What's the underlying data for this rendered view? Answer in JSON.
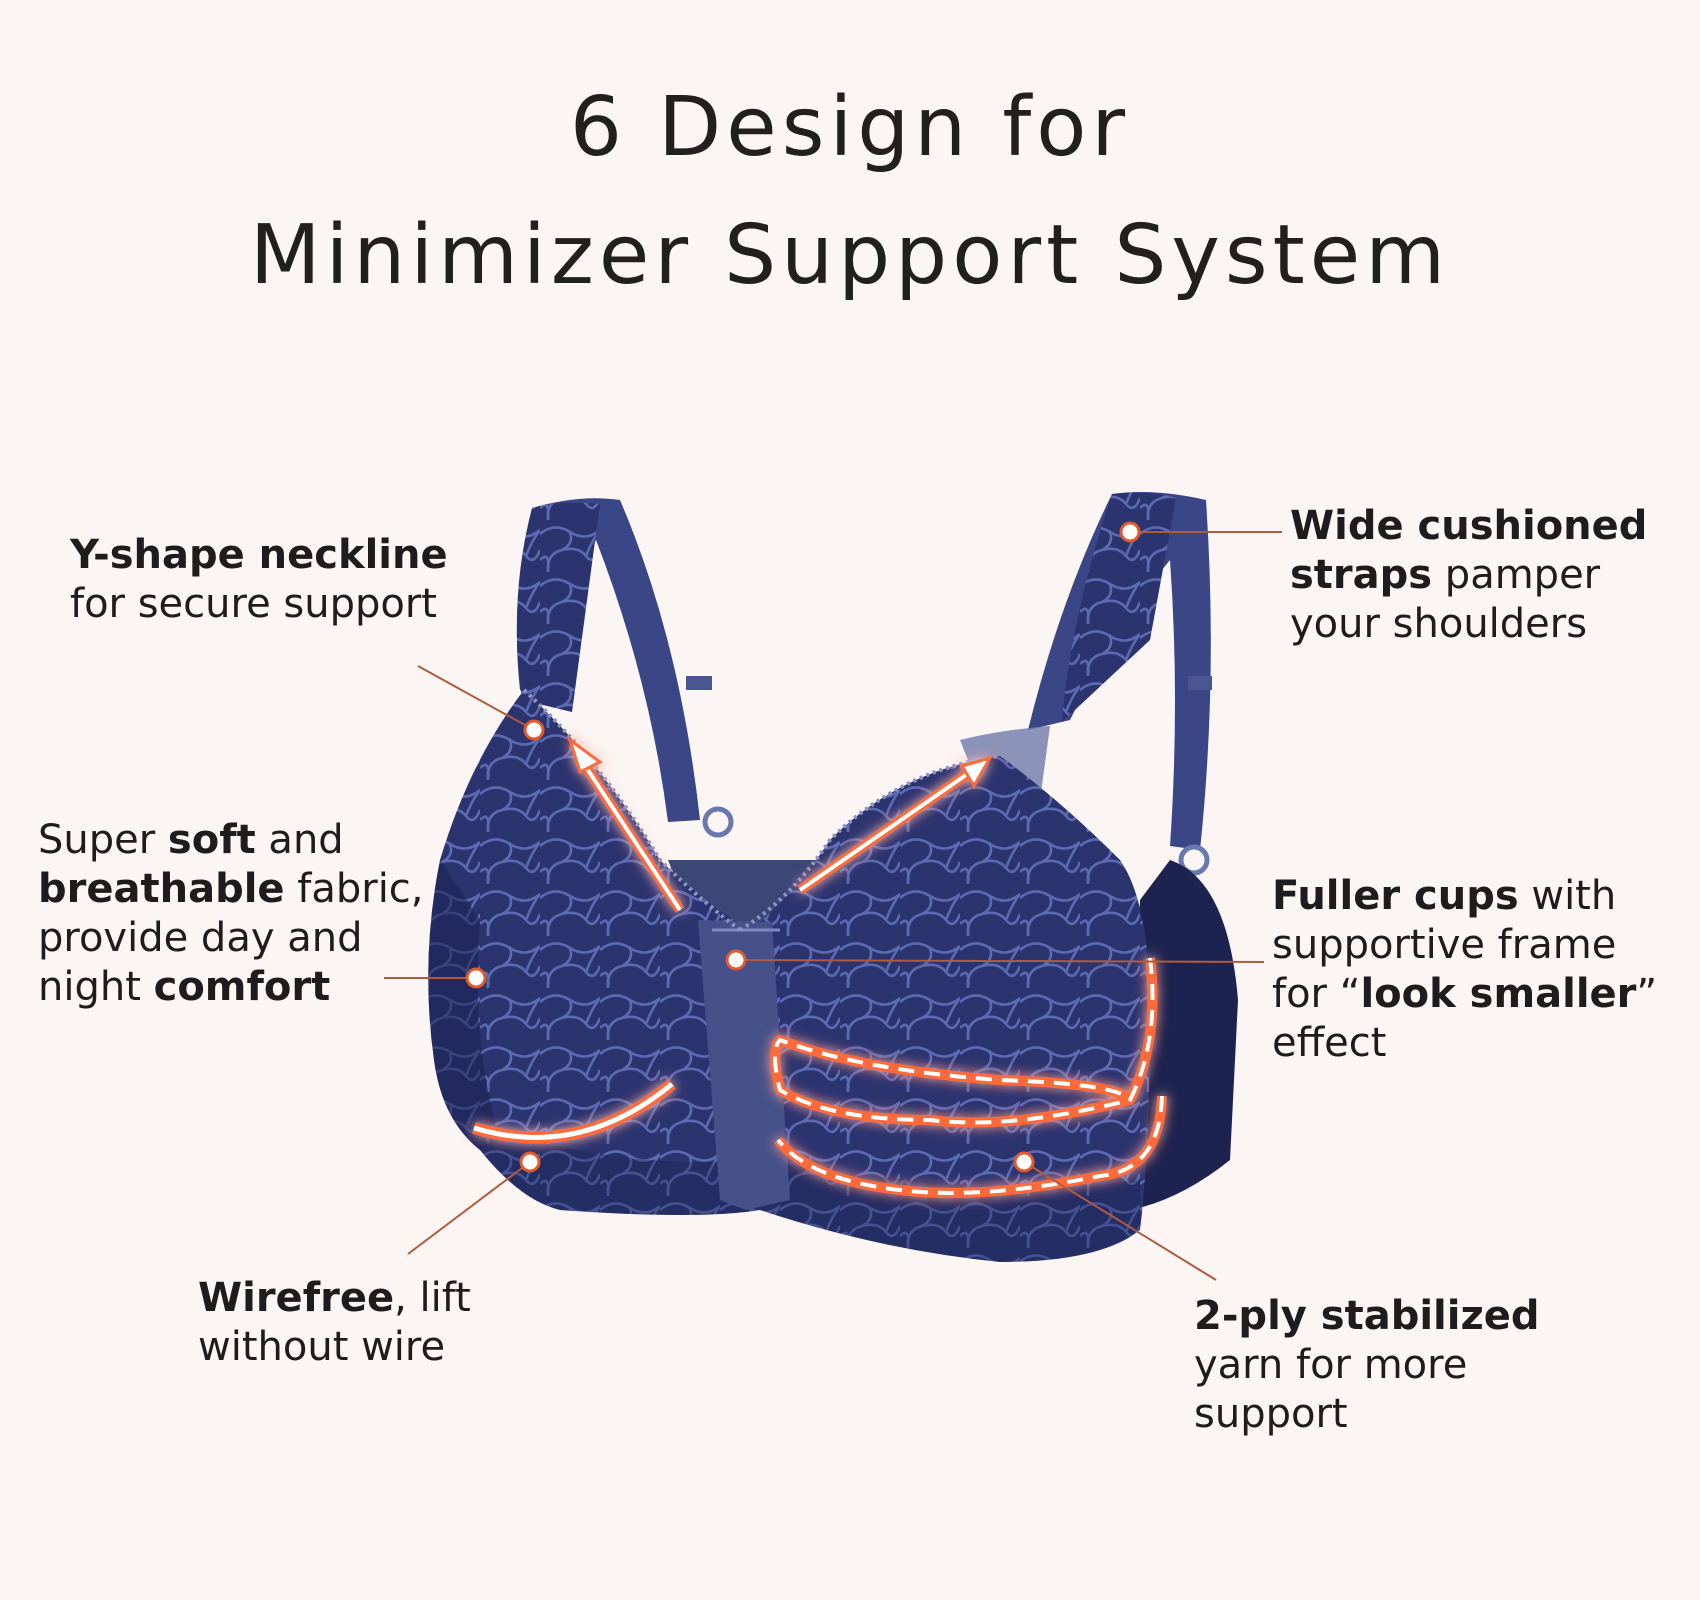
{
  "title": {
    "line1": "6 Design for",
    "line2": "Minimizer Support System"
  },
  "product": {
    "name": "navy-wirefree-minimizer-bra",
    "colors": {
      "fabric": "#2c3470",
      "fabric_dark": "#1b2150",
      "pattern": "#6a78c0",
      "strap": "#3a4685",
      "mesh": "#6f7aaa",
      "accent": "#e05a2e",
      "glow": "#ff6a3a",
      "leader": "#b25a3c",
      "background": "#fbf5f3"
    }
  },
  "callouts": {
    "neckline": {
      "bold": "Y-shape neckline",
      "rest": "for secure support"
    },
    "fabric": {
      "p1": "Super ",
      "b1": "soft",
      "p2": " and",
      "b2": "breathable",
      "p3": " fabric,",
      "p4": "provide day and",
      "p5": "night ",
      "b3": "comfort"
    },
    "wirefree": {
      "bold": "Wirefree",
      "rest1": ", lift",
      "rest2": "without wire"
    },
    "straps": {
      "bold1": "Wide cushioned",
      "bold2": "straps",
      "rest1": " pamper",
      "rest2": "your shoulders"
    },
    "cups": {
      "bold1": "Fuller cups",
      "rest1": " with",
      "line2": "supportive frame",
      "pre3": "for  “",
      "bold3": "look smaller",
      "post3": "”",
      "line4": "effect"
    },
    "yarn": {
      "bold": "2-ply stabilized",
      "rest1": "yarn for more",
      "rest2": "support"
    }
  }
}
